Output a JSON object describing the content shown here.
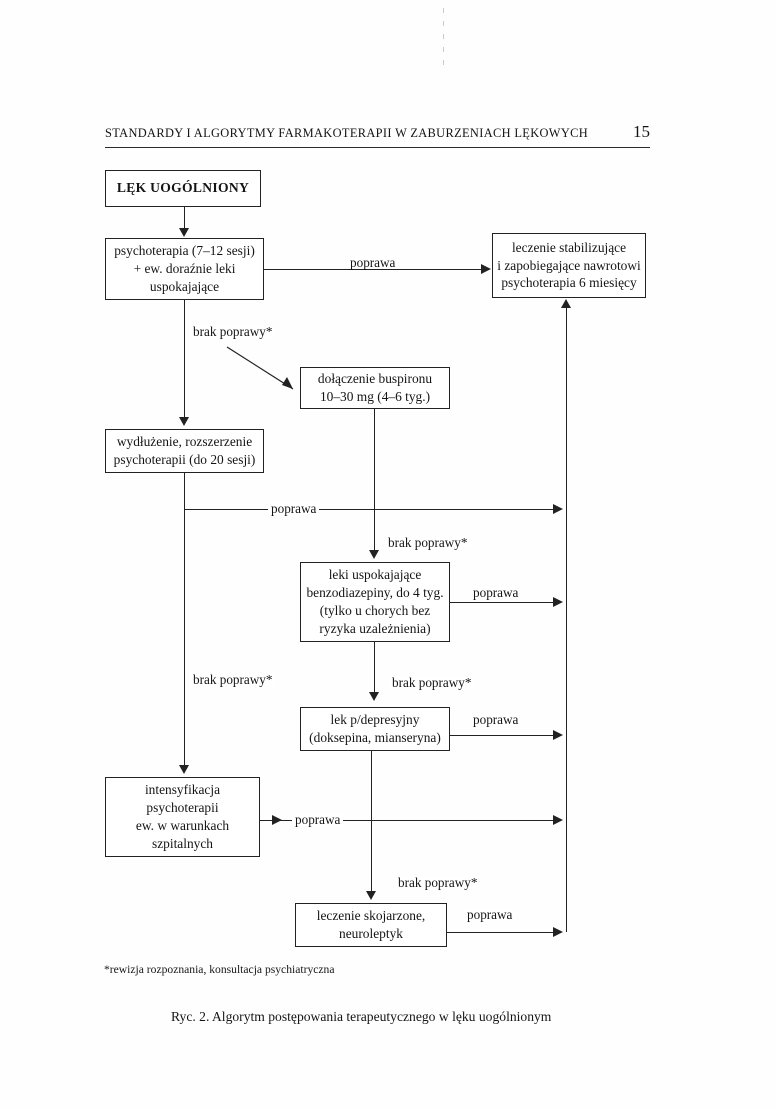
{
  "page": {
    "number": "15",
    "running_head": "STANDARDY I ALGORYTMY FARMAKOTERAPII W ZABURZENIACH LĘKOWYCH"
  },
  "footnote": "*rewizja rozpoznania, konsultacja psychiatryczna",
  "caption": "Ryc. 2. Algorytm postępowania terapeutycznego w lęku uogólnionym",
  "chart_data": {
    "type": "diagram",
    "title": "Ryc. 2. Algorytm postępowania terapeutycznego w lęku uogólnionym",
    "nodes": [
      {
        "id": "start",
        "lines": [
          "LĘK UOGÓLNIONY"
        ]
      },
      {
        "id": "psychoterapia",
        "lines": [
          "psychoterapia (7–12 sesji)",
          "+ ew. doraźnie leki",
          "uspokajające"
        ]
      },
      {
        "id": "stabilizacja",
        "lines": [
          "leczenie stabilizujące",
          "i zapobiegające nawrotowi",
          "psychoterapia 6 miesięcy"
        ]
      },
      {
        "id": "buspiron",
        "lines": [
          "dołączenie buspironu",
          "10–30 mg (4–6 tyg.)"
        ]
      },
      {
        "id": "wydluzenie",
        "lines": [
          "wydłużenie, rozszerzenie",
          "psychoterapii (do 20 sesji)"
        ]
      },
      {
        "id": "benzodiazepiny",
        "lines": [
          "leki uspokajające",
          "benzodiazepiny, do 4 tyg.",
          "(tylko u chorych bez",
          "ryzyka uzależnienia)"
        ]
      },
      {
        "id": "przeciwdepresyjny",
        "lines": [
          "lek p/depresyjny",
          "(doksepina, mianseryna)"
        ]
      },
      {
        "id": "intensyfikacja",
        "lines": [
          "intensyfikacja",
          "psychoterapii",
          "ew. w warunkach",
          "szpitalnych"
        ]
      },
      {
        "id": "skojarzone",
        "lines": [
          "leczenie skojarzone,",
          "neuroleptyk"
        ]
      }
    ],
    "edge_labels": {
      "poprawa": "poprawa",
      "brak_poprawy": "brak poprawy*"
    },
    "edges": [
      {
        "from": "start",
        "to": "psychoterapia",
        "label": ""
      },
      {
        "from": "psychoterapia",
        "to": "stabilizacja",
        "label": "poprawa"
      },
      {
        "from": "psychoterapia",
        "to": "wydluzenie",
        "label": "brak poprawy*"
      },
      {
        "from": "psychoterapia",
        "to": "buspiron",
        "label": ""
      },
      {
        "from": "buspiron",
        "to": "benzodiazepiny",
        "label": ""
      },
      {
        "from": "wydluzenie",
        "to": "stabilizacja",
        "label": "poprawa"
      },
      {
        "from": "wydluzenie",
        "to": "intensyfikacja",
        "label": "brak poprawy*"
      },
      {
        "from": "buspiron",
        "to": "benzodiazepiny",
        "label": "brak poprawy*"
      },
      {
        "from": "benzodiazepiny",
        "to": "stabilizacja",
        "label": "poprawa"
      },
      {
        "from": "benzodiazepiny",
        "to": "przeciwdepresyjny",
        "label": "brak poprawy*"
      },
      {
        "from": "przeciwdepresyjny",
        "to": "stabilizacja",
        "label": "poprawa"
      },
      {
        "from": "intensyfikacja",
        "to": "stabilizacja",
        "label": "poprawa"
      },
      {
        "from": "przeciwdepresyjny",
        "to": "skojarzone",
        "label": "brak poprawy*"
      },
      {
        "from": "skojarzone",
        "to": "stabilizacja",
        "label": "poprawa"
      }
    ]
  },
  "labels": {
    "poprawa_1": "poprawa",
    "poprawa_2": "poprawa",
    "poprawa_3": "poprawa",
    "poprawa_4": "poprawa",
    "poprawa_5": "poprawa",
    "brak_1": "brak poprawy*",
    "brak_2": "brak poprawy*",
    "brak_3": "brak poprawy*",
    "brak_4": "brak poprawy*",
    "brak_5": "brak poprawy*"
  },
  "nodes": {
    "start": {
      "l1": "LĘK UOGÓLNIONY"
    },
    "psychoterapia": {
      "l1": "psychoterapia (7–12 sesji)",
      "l2": "+ ew. doraźnie leki",
      "l3": "uspokajające"
    },
    "stabilizacja": {
      "l1": "leczenie stabilizujące",
      "l2": "i zapobiegające nawrotowi",
      "l3": "psychoterapia 6 miesięcy"
    },
    "buspiron": {
      "l1": "dołączenie buspironu",
      "l2": "10–30 mg (4–6 tyg.)"
    },
    "wydluzenie": {
      "l1": "wydłużenie, rozszerzenie",
      "l2": "psychoterapii (do 20 sesji)"
    },
    "benzodiazepiny": {
      "l1": "leki uspokajające",
      "l2": "benzodiazepiny, do 4 tyg.",
      "l3": "(tylko u chorych bez",
      "l4": "ryzyka uzależnienia)"
    },
    "przeciwdepresyjny": {
      "l1": "lek p/depresyjny",
      "l2": "(doksepina, mianseryna)"
    },
    "intensyfikacja": {
      "l1": "intensyfikacja",
      "l2": "psychoterapii",
      "l3": "ew. w warunkach",
      "l4": "szpitalnych"
    },
    "skojarzone": {
      "l1": "leczenie skojarzone,",
      "l2": "neuroleptyk"
    }
  }
}
